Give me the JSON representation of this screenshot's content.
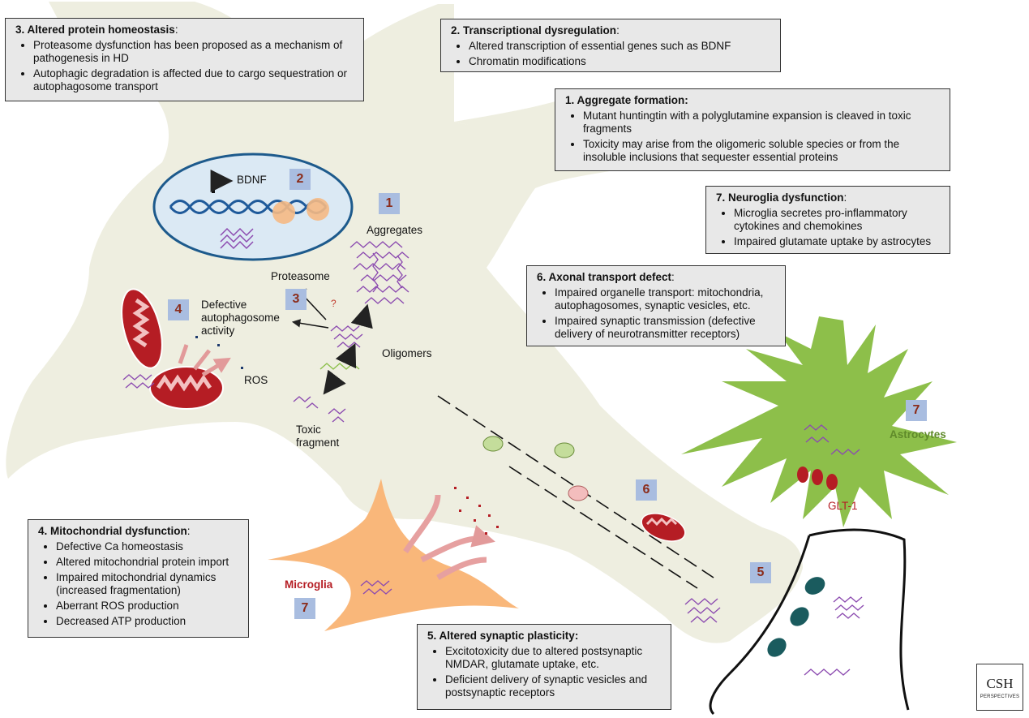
{
  "boxes": {
    "b3": {
      "title_bold": "3. Altered protein homeostasis",
      "title_rest": ":",
      "items": [
        "Proteasome dysfunction has been proposed as a mechanism of pathogenesis in HD",
        "Autophagic degradation is affected due to cargo sequestration or autophagosome transport"
      ]
    },
    "b2": {
      "title_bold": "2. Transcriptional dysregulation",
      "title_rest": ":",
      "items": [
        "Altered transcription of essential genes such as BDNF",
        "Chromatin modifications"
      ]
    },
    "b1": {
      "title_bold": "1. Aggregate formation:",
      "title_rest": "",
      "items": [
        "Mutant huntingtin with a polyglutamine expansion is cleaved in toxic fragments",
        "Toxicity may arise from the oligomeric soluble species or from the insoluble inclusions that sequester essential proteins"
      ]
    },
    "b7": {
      "title_bold": "7. Neuroglia dysfunction",
      "title_rest": ":",
      "items": [
        "Microglia secretes pro-inflammatory cytokines and chemokines",
        "Impaired glutamate uptake by astrocytes"
      ]
    },
    "b6": {
      "title_bold": "6. Axonal transport defect",
      "title_rest": ":",
      "items": [
        "Impaired organelle transport: mitochondria, autophagosomes, synaptic vesicles, etc.",
        "Impaired synaptic transmission (defective delivery of neurotransmitter receptors)"
      ]
    },
    "b4": {
      "title_bold": "4. Mitochondrial dysfunction",
      "title_rest": ":",
      "items": [
        "Defective Ca homeostasis",
        "Altered mitochondrial protein import",
        "Impaired mitochondrial dynamics (increased fragmentation)",
        "Aberrant ROS production",
        "Decreased ATP production"
      ]
    },
    "b5": {
      "title_bold": "5. Altered synaptic plasticity:",
      "title_rest": "",
      "items": [
        "Excitotoxicity due to altered postsynaptic NMDAR, glutamate uptake, etc.",
        "Deficient delivery of synaptic vesicles and postsynaptic receptors"
      ]
    }
  },
  "badges": [
    "2",
    "1",
    "3",
    "4",
    "6",
    "7",
    "5",
    "7"
  ],
  "labels": {
    "bdnf": "BDNF",
    "aggregates": "Aggregates",
    "proteasome": "Proteasome",
    "question": "?",
    "defective": "Defective autophagosome activity",
    "oligomers": "Oligomers",
    "ros": "ROS",
    "toxic": "Toxic fragment",
    "astrocytes": "Astrocytes",
    "glt1": "GLT-1",
    "microglia": "Microglia"
  },
  "logo": {
    "text": "CSH",
    "sub": "PERSPECTIVES"
  },
  "colors": {
    "neuron": "#eeeee0",
    "nucleus_fill": "#dbe9f4",
    "nucleus_stroke": "#1d5a8c",
    "dna": "#1f5a9a",
    "histone": "#f5b984",
    "huntingtin": "#8c4bb0",
    "mito": "#b51d24",
    "astrocyte": "#8dbf4a",
    "microglia": "#f9b77a",
    "badge": "#a9bde0",
    "badge_text": "#8b2c1a",
    "box_fill": "#e8e8e8",
    "vesicle_green": "#c4dd9b",
    "vesicle_pink": "#f3bdbd",
    "synapse_dot": "#1a5b5e"
  },
  "icons": [
    "arrow-icon",
    "inhibition-icon",
    "wave-icon",
    "mitochondrion-icon",
    "vesicle-icon"
  ]
}
